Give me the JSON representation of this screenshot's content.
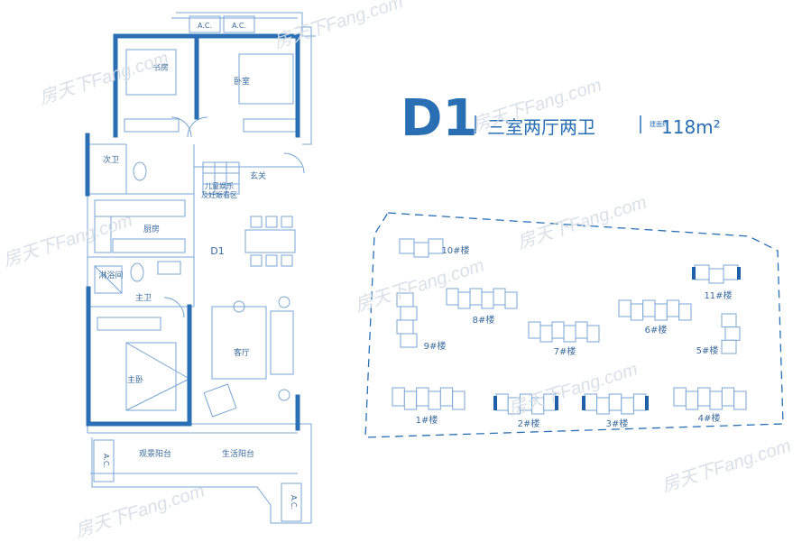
{
  "title": {
    "unit": "D1",
    "layout": "三室两厅两卫",
    "area_label": "建面约",
    "area_value": "118m²"
  },
  "rooms": {
    "study": "书房",
    "bedroom": "卧室",
    "second_bath": "次卫",
    "kids_area_line1": "儿童娱乐",
    "kids_area_line2": "及妊娠看区",
    "entrance": "玄关",
    "kitchen": "厨房",
    "unit_tag": "D1",
    "shower": "淋浴间",
    "main_bath": "主卫",
    "master_bedroom": "主卧",
    "living_room": "客厅",
    "view_balcony": "观景阳台",
    "service_balcony": "生活阳台",
    "ac_top_left": "A.C.",
    "ac_top_right": "A.C.",
    "ac_bottom_left": "A.C.",
    "ac_bottom_right": "A.C."
  },
  "site_plan": {
    "buildings": [
      {
        "id": "b10",
        "label": "10#楼",
        "highlight": false
      },
      {
        "id": "b11",
        "label": "11#楼",
        "highlight": true
      },
      {
        "id": "b8",
        "label": "8#楼",
        "highlight": false
      },
      {
        "id": "b9",
        "label": "9#楼",
        "highlight": false
      },
      {
        "id": "b6",
        "label": "6#楼",
        "highlight": false
      },
      {
        "id": "b7",
        "label": "7#楼",
        "highlight": false
      },
      {
        "id": "b5",
        "label": "5#楼",
        "highlight": false
      },
      {
        "id": "b1",
        "label": "1#楼",
        "highlight": false
      },
      {
        "id": "b2",
        "label": "2#楼",
        "highlight": true
      },
      {
        "id": "b3",
        "label": "3#楼",
        "highlight": true
      },
      {
        "id": "b4",
        "label": "4#楼",
        "highlight": false
      }
    ]
  },
  "watermark": "房天下Fang.com",
  "colors": {
    "primary": "#2a6fb4",
    "wall": "#2a6fb4",
    "line": "#7aa6d4",
    "highlight": "#1f5fa8",
    "text": "#3a6a9c"
  }
}
